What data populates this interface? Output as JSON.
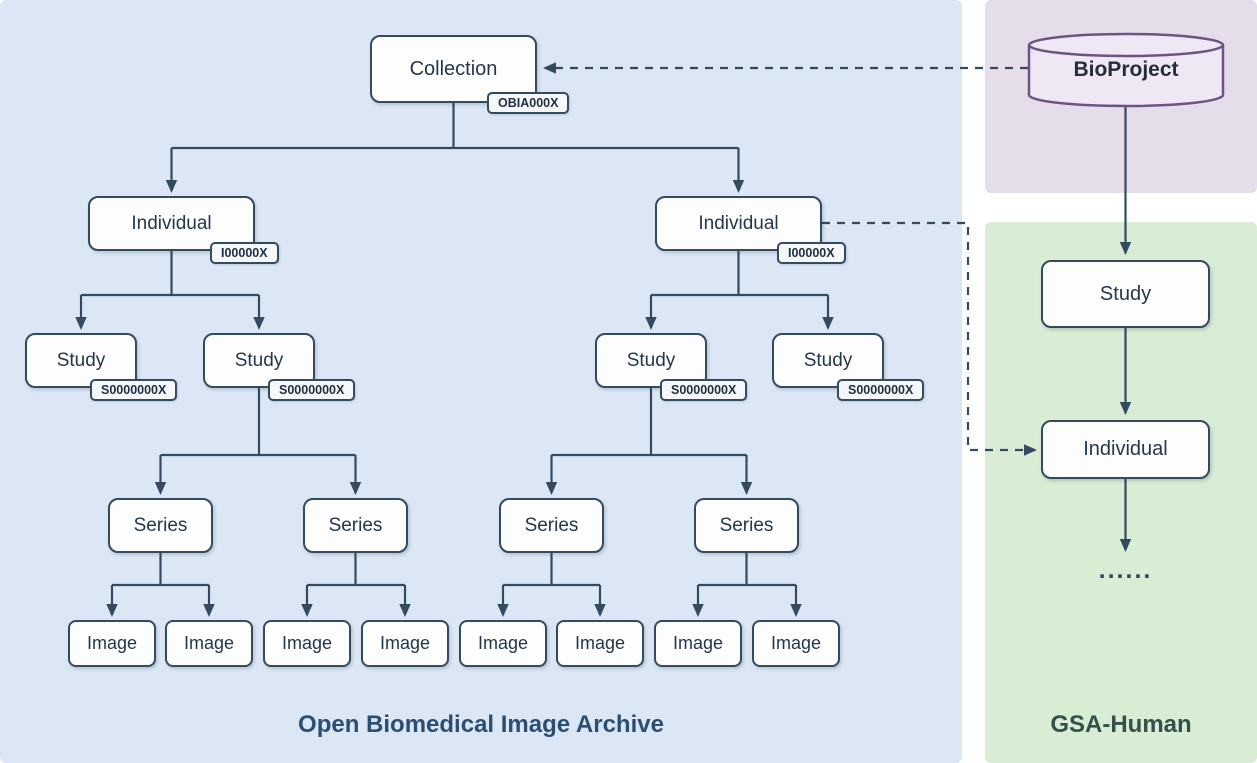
{
  "obia": {
    "panel_title": "Open Biomedical Image Archive",
    "collection": {
      "label": "Collection",
      "accession": "OBIA000X"
    },
    "individuals": [
      {
        "label": "Individual",
        "accession": "I00000X"
      },
      {
        "label": "Individual",
        "accession": "I00000X"
      }
    ],
    "studies": [
      {
        "label": "Study",
        "accession": "S0000000X"
      },
      {
        "label": "Study",
        "accession": "S0000000X"
      },
      {
        "label": "Study",
        "accession": "S0000000X"
      },
      {
        "label": "Study",
        "accession": "S0000000X"
      }
    ],
    "series": [
      "Series",
      "Series",
      "Series",
      "Series"
    ],
    "images": [
      "Image",
      "Image",
      "Image",
      "Image",
      "Image",
      "Image",
      "Image",
      "Image"
    ]
  },
  "gsa": {
    "panel_title": "GSA-Human",
    "bioproject": {
      "label": "BioProject"
    },
    "study": {
      "label": "Study"
    },
    "individual": {
      "label": "Individual"
    },
    "ellipsis": "......"
  },
  "colors": {
    "obia_panel_bg": "#dbe7f4",
    "bioproject_panel_bg": "#e6ddeb",
    "gsa_panel_bg": "#d9ecd4",
    "node_border": "#334a5f",
    "connector": "#334a5f",
    "bioproject_border": "#6d5284",
    "bioproject_fill": "#efe8f4",
    "obia_title_color": "#2d4e73",
    "gsa_title_color": "#33514a"
  }
}
